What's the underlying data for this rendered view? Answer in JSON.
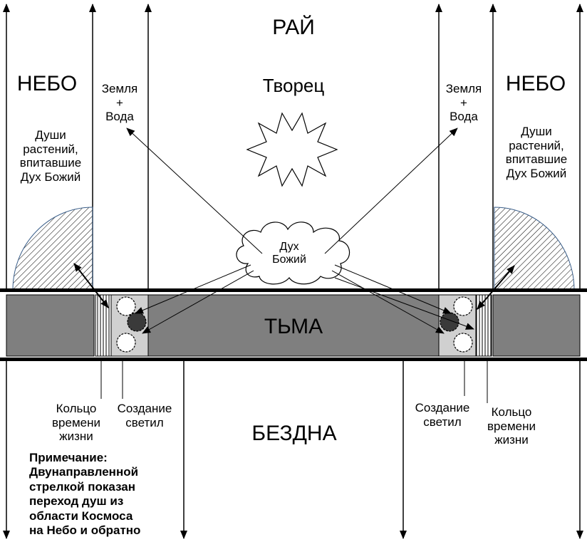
{
  "labels": {
    "paradise": "РАЙ",
    "sky_left": "НЕБО",
    "sky_right": "НЕБО",
    "creator": "Творец",
    "earth_water_left": [
      "Земля",
      "+",
      "Вода"
    ],
    "earth_water_right": [
      "Земля",
      "+",
      "Вода"
    ],
    "souls_left": [
      "Души",
      "растений,",
      "впитавшие",
      "Дух Божий"
    ],
    "souls_right": [
      "Души",
      "растений,",
      "впитавшие",
      "Дух Божий"
    ],
    "spirit": [
      "Дух",
      "Божий"
    ],
    "darkness": "ТЬМА",
    "abyss": "БЕЗДНА",
    "ring_left": [
      "Кольцо",
      "времени",
      "жизни"
    ],
    "ring_right": [
      "Кольцо",
      "времени",
      "жизни"
    ],
    "lights_left": [
      "Создание",
      "светил"
    ],
    "lights_right": [
      "Создание",
      "светил"
    ]
  },
  "note": [
    "Примечание:",
    "Двунаправленной",
    "стрелкой показан",
    "переход душ из",
    "области Космоса",
    "на Небо и обратно"
  ],
  "colors": {
    "band": "#7f7f7f",
    "cell": "#d0d0d0",
    "dark_orb": "#3a3a3a",
    "hatch": "#3b5f8a"
  }
}
